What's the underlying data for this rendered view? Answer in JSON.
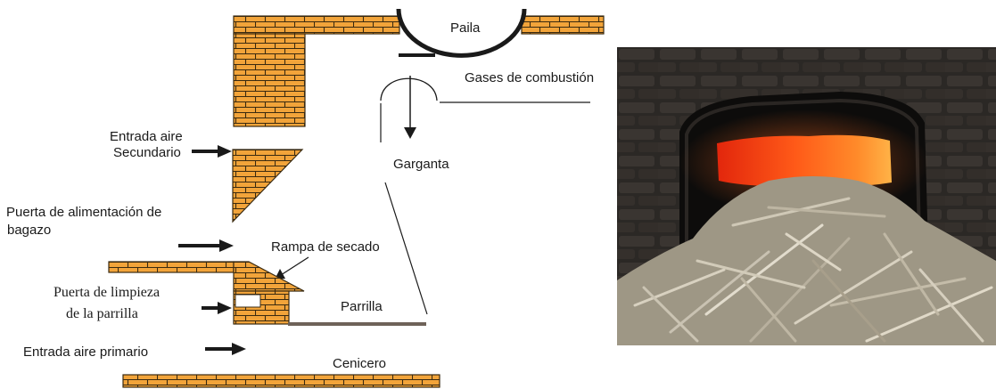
{
  "diagram": {
    "labels": {
      "paila": "Paila",
      "gases": "Gases de combustión",
      "aire_secundario_1": "Entrada aire",
      "aire_secundario_2": "Secundario",
      "garganta": "Garganta",
      "alimentacion_1": "Puerta de alimentación de",
      "alimentacion_2": "bagazo",
      "rampa": "Rampa de secado",
      "limpieza_1": "Puerta de limpieza",
      "limpieza_2": "de la parrilla",
      "parrilla": "Parrilla",
      "aire_primario": "Entrada aire primario",
      "cenicero": "Cenicero"
    },
    "colors": {
      "brick": "#F2A43A",
      "mortar": "#3a2a10",
      "grate": "#6e6259",
      "line": "#1a1a1a"
    }
  },
  "photo": {
    "subject": "furnace-mouth-with-bagasse",
    "colors": {
      "stone": "#2b2825",
      "arch": "#0d0c0b",
      "fire": "#ff4a14",
      "bagasse": "#c9c2b2"
    }
  }
}
